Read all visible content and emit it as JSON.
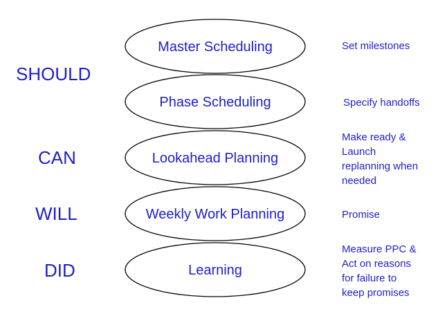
{
  "diagram": {
    "stages": [
      {
        "label": "Master Scheduling"
      },
      {
        "label": "Phase Scheduling"
      },
      {
        "label": "Lookahead Planning"
      },
      {
        "label": "Weekly Work Planning"
      },
      {
        "label": "Learning"
      }
    ],
    "levels": [
      {
        "label": "SHOULD"
      },
      {
        "label": "CAN"
      },
      {
        "label": "WILL"
      },
      {
        "label": "DID"
      }
    ],
    "notes": [
      {
        "lines": [
          "Set milestones"
        ]
      },
      {
        "lines": [
          "Specify handoffs"
        ]
      },
      {
        "lines": [
          "Make ready &",
          "Launch",
          "replanning when",
          "needed"
        ]
      },
      {
        "lines": [
          "Promise"
        ]
      },
      {
        "lines": [
          "Measure PPC &",
          "Act on reasons",
          "for failure to",
          "keep promises"
        ]
      }
    ]
  },
  "colors": {
    "text": "#1d1dcc",
    "outline": "#000000",
    "background": "#ffffff"
  }
}
